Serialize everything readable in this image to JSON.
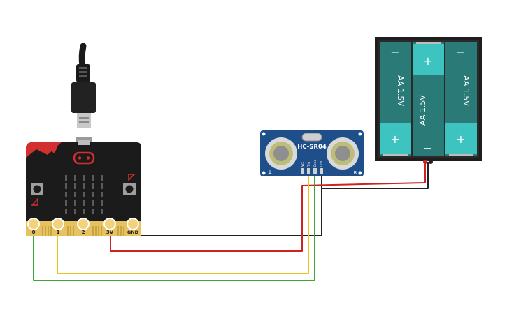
{
  "microbit": {
    "pin_labels": [
      "0",
      "1",
      "2",
      "3V",
      "GND"
    ]
  },
  "sensor": {
    "model": "HC-SR04",
    "left_mark": "T",
    "right_mark": "R",
    "pin_labels": [
      "Vcc",
      "Trig",
      "Echo",
      "Gnd"
    ]
  },
  "battery_pack": {
    "cells": [
      {
        "label": "AA 1.5V",
        "top_sign": "−",
        "bottom_sign": "+"
      },
      {
        "label": "AA 1.5V",
        "top_sign": "+",
        "bottom_sign": "−"
      },
      {
        "label": "AA 1.5V",
        "top_sign": "−",
        "bottom_sign": "+"
      }
    ]
  },
  "wires": [
    {
      "id": "gnd",
      "color": "#222222"
    },
    {
      "id": "vcc",
      "color": "#cc2222"
    },
    {
      "id": "trig",
      "color": "#e6c619"
    },
    {
      "id": "echo",
      "color": "#3aaa35"
    }
  ],
  "colors": {
    "board": "#1b1b1b",
    "board_accent": "#d32f2f",
    "pin_gold": "#e8c25e",
    "sensor_blue": "#1f4f8a",
    "cell_teal": "#2a7b78",
    "cell_cap": "#3ec4c0",
    "battery_frame": "#1e1e1e"
  }
}
